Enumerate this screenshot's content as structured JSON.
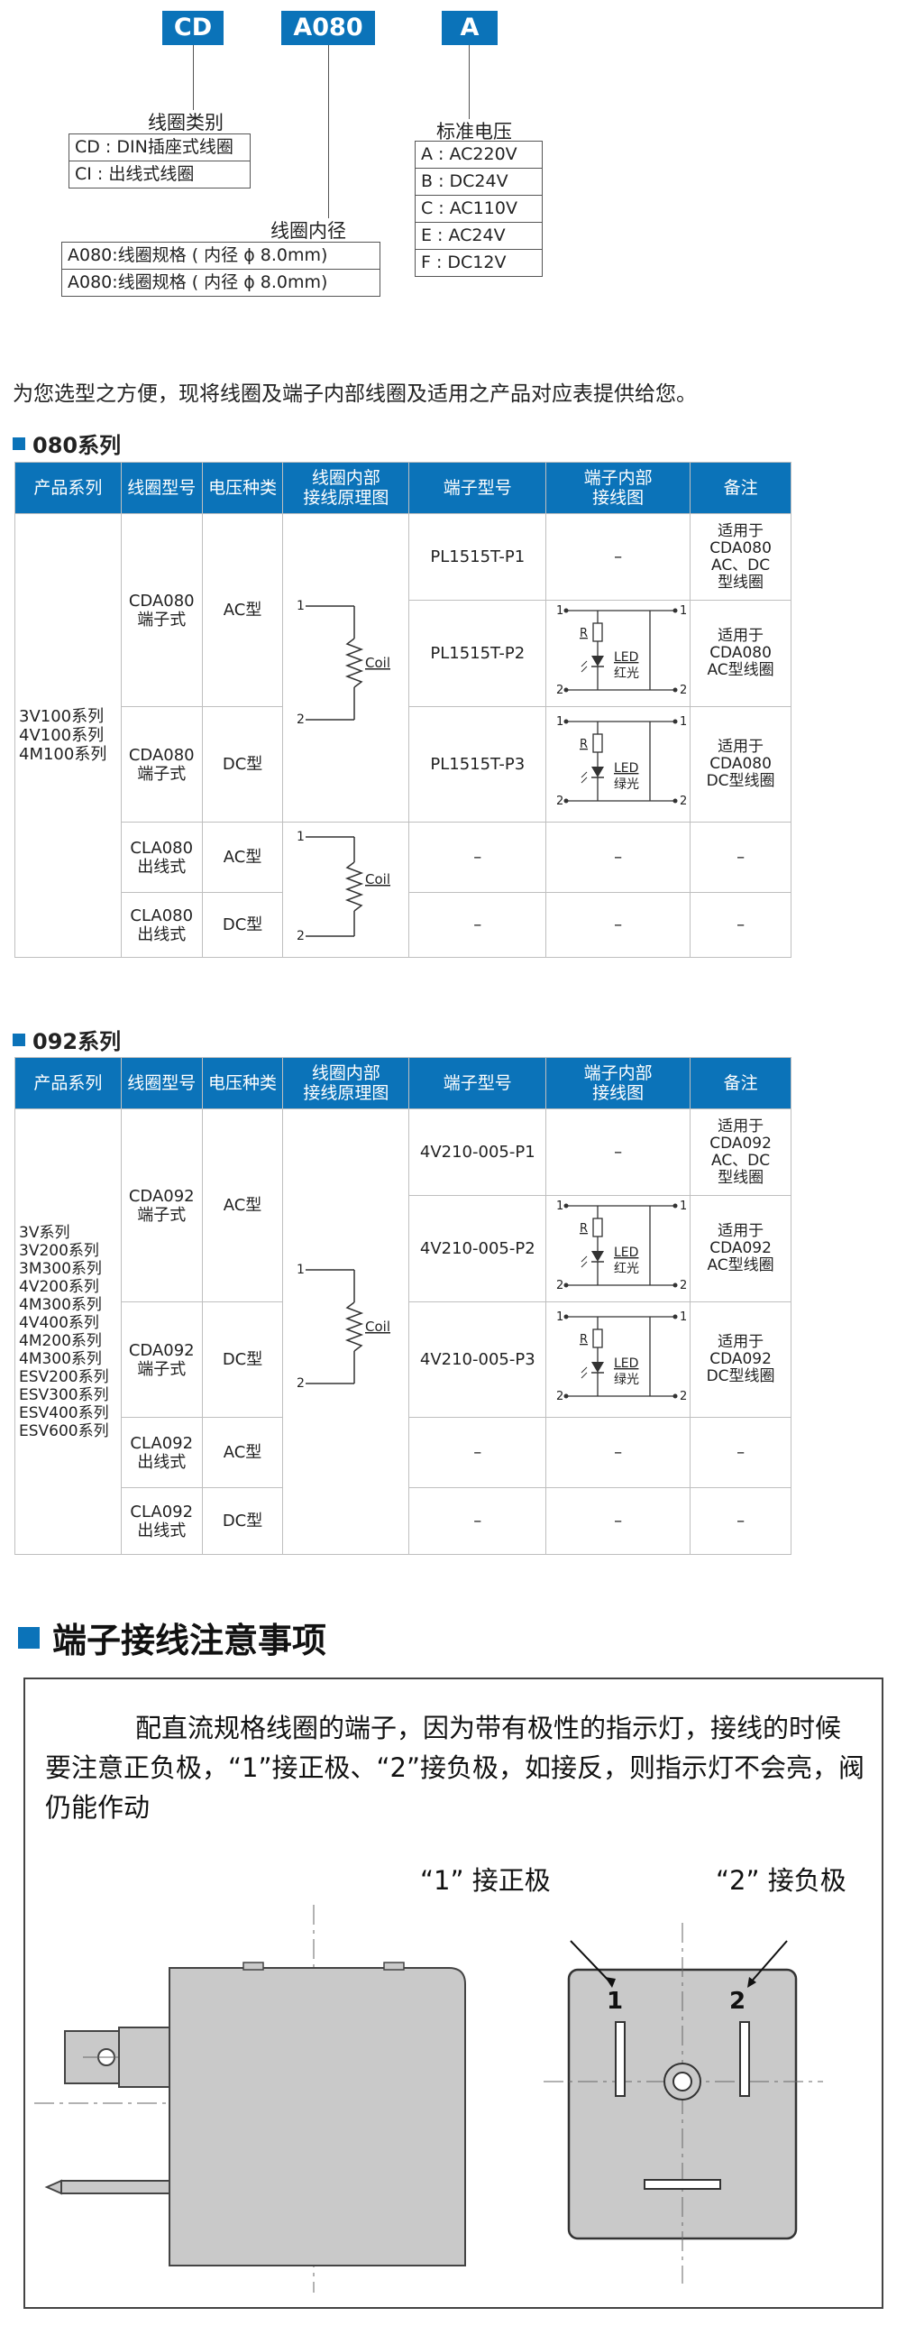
{
  "code_diagram": {
    "codes": [
      "CD",
      "A080",
      "A"
    ],
    "coil_type": {
      "title": "线圈类别",
      "items": [
        "CD : DIN插座式线圈",
        "CI : 出线式线圈"
      ]
    },
    "coil_bore": {
      "title": "线圈内径",
      "items": [
        "A080:线圈规格 ( 内径 ϕ 8.0mm)",
        "A080:线圈规格 ( 内径 ϕ 8.0mm)"
      ]
    },
    "voltage": {
      "title": "标准电压",
      "items": [
        "A : AC220V",
        "B : DC24V",
        "C : AC110V",
        "E : AC24V",
        "F : DC12V"
      ]
    }
  },
  "intro": "为您选型之方便，现将线圈及端子内部线圈及适用之产品对应表提供给您。",
  "headers": [
    "产品系列",
    "线圈型号",
    "电压种类",
    "线圈内部\n接线原理图",
    "端子型号",
    "端子内部\n接线图",
    "备注"
  ],
  "dash": "–",
  "schematic": {
    "coil": "Coil",
    "pin1": "1",
    "pin2": "2",
    "r": "R",
    "led": "LED",
    "red": "红光",
    "green": "绿光"
  },
  "series_080": {
    "title": "080系列",
    "product_series": "3V100系列\n4V100系列\n4M100系列",
    "rows": [
      {
        "coil": "CDA080\n端子式",
        "voltage": "AC型",
        "terminal": "PL1515T-P1",
        "note": "适用于\nCDA080\nAC、DC\n型线圈"
      },
      {
        "terminal": "PL1515T-P2",
        "note": "适用于\nCDA080\nAC型线圈"
      },
      {
        "coil": "CDA080\n端子式",
        "voltage": "DC型",
        "terminal": "PL1515T-P3",
        "note": "适用于\nCDA080\nDC型线圈"
      },
      {
        "coil": "CLA080\n出线式",
        "voltage": "AC型"
      },
      {
        "coil": "CLA080\n出线式",
        "voltage": "DC型"
      }
    ]
  },
  "series_092": {
    "title": "092系列",
    "product_series": "3V系列\n3V200系列\n3M300系列\n4V200系列\n4M300系列\n4V400系列\n4M200系列\n4M300系列\nESV200系列\nESV300系列\nESV400系列\nESV600系列",
    "rows": [
      {
        "coil": "CDA092\n端子式",
        "voltage": "AC型",
        "terminal": "4V210-005-P1",
        "note": "适用于\nCDA092\nAC、DC\n型线圈"
      },
      {
        "terminal": "4V210-005-P2",
        "note": "适用于\nCDA092\nAC型线圈"
      },
      {
        "coil": "CDA092\n端子式",
        "voltage": "DC型",
        "terminal": "4V210-005-P3",
        "note": "适用于\nCDA092\nDC型线圈"
      },
      {
        "coil": "CLA092\n出线式",
        "voltage": "AC型"
      },
      {
        "coil": "CLA092\n出线式",
        "voltage": "DC型"
      }
    ]
  },
  "wiring_notes": {
    "title": "端子接线注意事项",
    "text": "配直流规格线圈的端子，因为带有极性的指示灯，接线的时候要注意正负极，“1”接正极、“2”接负极，如接反，则指示灯不会亮，阀仍能作动",
    "pos_label": "“1” 接正极",
    "neg_label": "“2” 接负极",
    "pin1": "1",
    "pin2": "2"
  },
  "colors": {
    "accent": "#0b73b9",
    "gray_body": "#c9c9c9"
  }
}
